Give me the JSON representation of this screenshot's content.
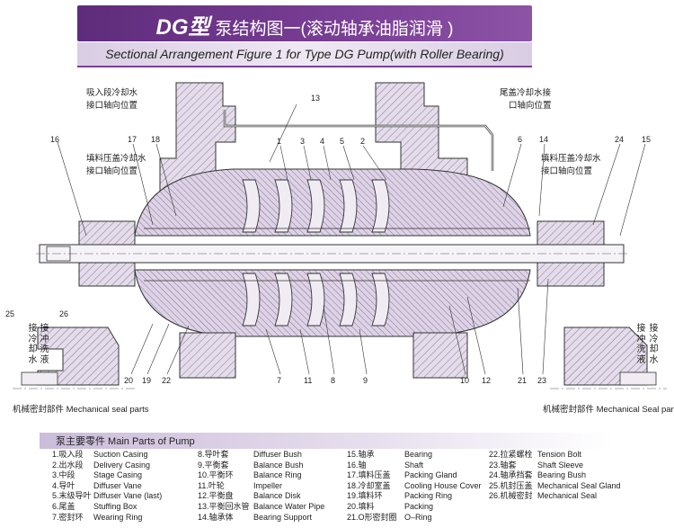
{
  "title": {
    "main": "DG型",
    "rest": "泵结构图一(滚动轴承油脂润滑 )"
  },
  "subtitle": "Sectional Arrangement Figure 1  for  Type DG Pump(with Roller Bearing)",
  "annotations": {
    "suction_cooling_1": "吸入段冷却水",
    "suction_cooling_2": "接口轴向位置",
    "tailcover_cooling_1": "尾盖冷却水接",
    "tailcover_cooling_2": "口轴向位置",
    "gland_left_1": "填料压盖冷却水",
    "gland_left_2": "接口轴向位置",
    "gland_right_1": "填料压盖冷却水",
    "gland_right_2": "接口轴向位置",
    "seal_left_a": "接冷却水",
    "seal_left_b": "接冲洗液",
    "seal_right_a": "接冲洗液",
    "seal_right_b": "接冷却水",
    "seal_caption_left": "机械密封部件 Mechanical seal parts",
    "seal_caption_right": "机械密封部件 Mechanical Seal parts"
  },
  "callouts": {
    "c13": "13",
    "c1": "1",
    "c3": "3",
    "c4": "4",
    "c5": "5",
    "c2": "2",
    "c16": "16",
    "c17": "17",
    "c18": "18",
    "c6": "6",
    "c14": "14",
    "c24": "24",
    "c15": "15",
    "c25": "25",
    "c26": "26",
    "c20": "20",
    "c19": "19",
    "c22": "22",
    "c7": "7",
    "c11": "11",
    "c8": "8",
    "c9": "9",
    "c10": "10",
    "c12": "12",
    "c21": "21",
    "c23": "23"
  },
  "parts": {
    "title": "泵主要零件 Main Parts of Pump",
    "col1": [
      {
        "zh": "1.吸入段",
        "en": "Suction Casing"
      },
      {
        "zh": "2.出水段",
        "en": "Delivery Casing"
      },
      {
        "zh": "3.中段",
        "en": "Stage Casing"
      },
      {
        "zh": "4.导叶",
        "en": "Diffuser Vane"
      },
      {
        "zh": "5.末级导叶",
        "en": "Diffuser  Vane (last)"
      },
      {
        "zh": "6.尾盖",
        "en": "Stuffing Box"
      },
      {
        "zh": "7.密封环",
        "en": "Wearing Ring"
      }
    ],
    "col2": [
      {
        "zh": "8.导叶套",
        "en": "Diffuser Bush"
      },
      {
        "zh": "9.平衡套",
        "en": "Balance Bush"
      },
      {
        "zh": "10.平衡环",
        "en": "Balance Ring"
      },
      {
        "zh": "11.叶轮",
        "en": "Impeller"
      },
      {
        "zh": "12.平衡盘",
        "en": "Balance Disk"
      },
      {
        "zh": "13.平衡回水管",
        "en": "Balance Water Pipe"
      },
      {
        "zh": "14.轴承体",
        "en": "Bearing Support"
      }
    ],
    "col3": [
      {
        "zh": "15.轴承",
        "en": "Bearing"
      },
      {
        "zh": "16.轴",
        "en": "Shaft"
      },
      {
        "zh": "17.填料压盖",
        "en": "Packing Gland"
      },
      {
        "zh": "18.冷却室盖",
        "en": "Cooling House Cover"
      },
      {
        "zh": "19.填料环",
        "en": "Packing Ring"
      },
      {
        "zh": "20.填料",
        "en": "Packing"
      },
      {
        "zh": "21.O形密封圈",
        "en": "O–Ring"
      }
    ],
    "col4": [
      {
        "zh": "22.拉紧螺栓",
        "en": "Tension Bolt"
      },
      {
        "zh": "23.轴套",
        "en": "Shaft Sleeve"
      },
      {
        "zh": "24.轴承挡套",
        "en": "Bearing Bush"
      },
      {
        "zh": "25.机封压盖",
        "en": "Mechanical Seal Gland"
      },
      {
        "zh": "26.机械密封",
        "en": "Mechanical Seal"
      }
    ]
  }
}
